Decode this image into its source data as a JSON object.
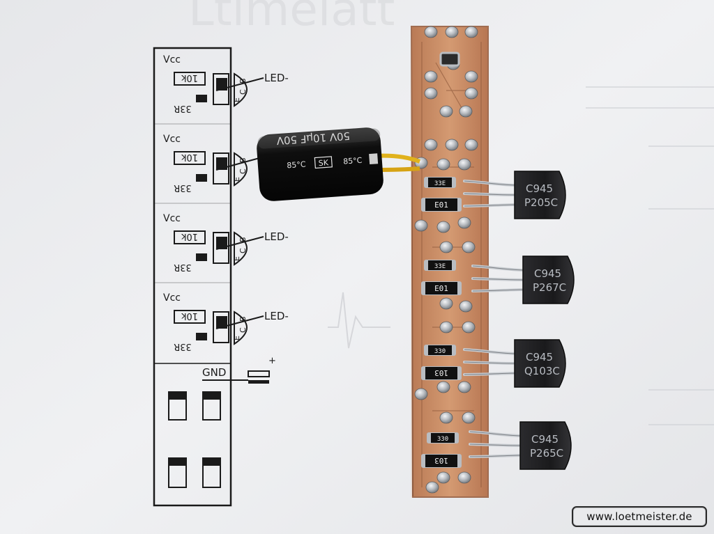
{
  "background_text": "Ltimelatt",
  "schematic": {
    "stages": [
      {
        "vcc": "Vcc",
        "pullup": "10k",
        "base_r": "33R",
        "pins": [
          "E",
          "C",
          "B"
        ],
        "led": "LED-"
      },
      {
        "vcc": "Vcc",
        "pullup": "10k",
        "base_r": "33R",
        "pins": [
          "E",
          "C",
          "B"
        ],
        "led": ""
      },
      {
        "vcc": "Vcc",
        "pullup": "10k",
        "base_r": "33R",
        "pins": [
          "E",
          "C",
          "B"
        ],
        "led": "LED-"
      },
      {
        "vcc": "Vcc",
        "pullup": "10k",
        "base_r": "33R",
        "pins": [
          "E",
          "C",
          "B"
        ],
        "led": "LED-"
      }
    ],
    "gnd_label": "GND",
    "cap_polarity": "+"
  },
  "capacitor": {
    "rating": "50V 10µF 50V",
    "temp_left": "85°C",
    "brand": "SK",
    "temp_right": "85°C"
  },
  "resistor_codes": [
    "33E",
    "E01",
    "33E",
    "E01",
    "330",
    "103",
    "330",
    "103"
  ],
  "transistors": [
    {
      "line1": "C945",
      "line2": "P205C"
    },
    {
      "line1": "C945",
      "line2": "P267C"
    },
    {
      "line1": "C945",
      "line2": "Q103C"
    },
    {
      "line1": "C945",
      "line2": "P265C"
    }
  ],
  "watermark": "www.loetmeister.de",
  "colors": {
    "paper": "#ecedef",
    "ink": "#1a1a1a",
    "copper": "#c78a62",
    "solder": "#b9bdc2",
    "transistor": "#1e1e20",
    "capacitor": "#121212",
    "lead_yellow": "#e0b21c"
  }
}
